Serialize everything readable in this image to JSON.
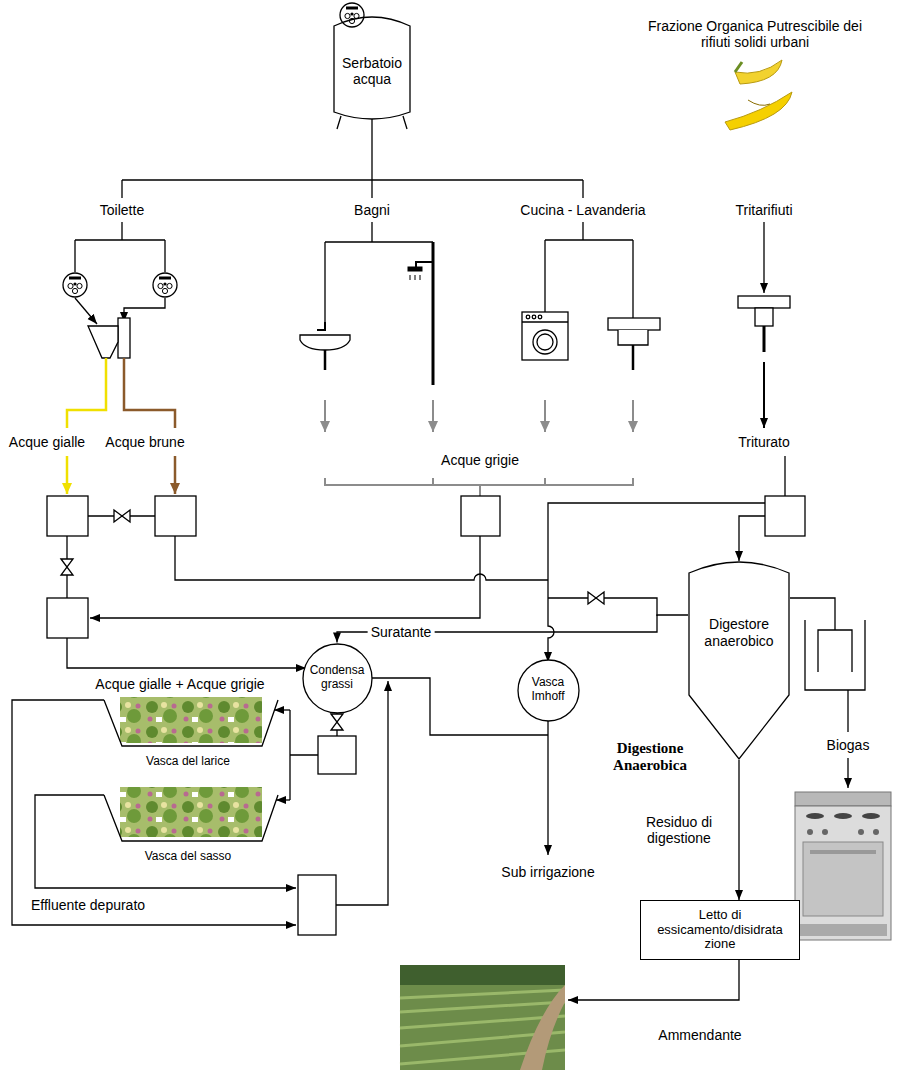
{
  "diagram": {
    "nodes": [
      {
        "text": [
          "Serbatoio acqua"
        ]
      },
      {
        "text": [
          "Digestore anaerobico"
        ]
      },
      {
        "text": [
          "Condensa grassi"
        ]
      },
      {
        "text": [
          "Vasca Imhoff"
        ]
      },
      {
        "text": [
          "Letto di essicamento/disidrata zione"
        ]
      }
    ],
    "edges": [
      {
        "from": 1,
        "to": 2,
        "arrow": "to",
        "label": "Suratante"
      },
      {
        "from": 1,
        "to": 4,
        "arrow": "to",
        "label": "Residuo di digestione"
      }
    ],
    "labels": [
      "Frazione Organica Putrescibile dei rifiuti solidi urbani",
      "Toilette",
      "Bagni",
      "Cucina - Lavanderia",
      "Tritarifiuti",
      "Acque gialle",
      "Acque brune",
      "Acque grigie",
      "Triturato",
      "Acque gialle + Acque grigie",
      "Vasca del larice",
      "Vasca del sasso",
      "Effluente depurato",
      "Sub irrigazione",
      "Digestione Anaerobica",
      "Biogas",
      "Ammendante"
    ]
  }
}
